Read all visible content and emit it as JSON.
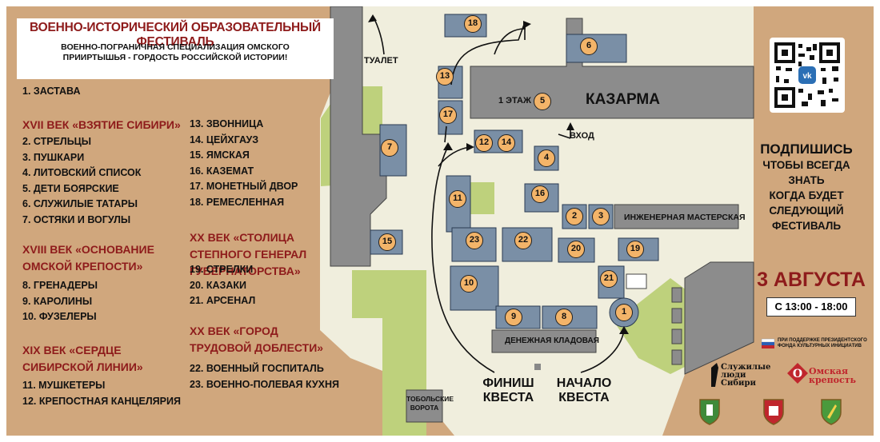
{
  "header": {
    "title": "ВОЕННО-ИСТОРИЧЕСКИЙ ОБРАЗОВАТЕЛЬНЫЙ ФЕСТИВАЛЬ",
    "subtitle": "ВОЕННО-ПОГРАНИЧНАЯ СПЕЦИАЛИЗАЦИЯ ОМСКОГО ПРИИРТЫШЬЯ - ГОРДОСТЬ РОССИЙСКОЙ ИСТОРИИ!"
  },
  "legend": {
    "item1": "1. ЗАСТАВА",
    "era17": "XVII ВЕК «ВЗЯТИЕ СИБИРИ»",
    "era17_items": [
      "2. СТРЕЛЬЦЫ",
      "3. ПУШКАРИ",
      "4. ЛИТОВСКИЙ СПИСОК",
      "5. ДЕТИ БОЯРСКИЕ",
      "6. СЛУЖИЛЫЕ ТАТАРЫ",
      "7. ОСТЯКИ И ВОГУЛЫ"
    ],
    "era18": "XVIII ВЕК «ОСНОВАНИЕ ОМСКОЙ КРЕПОСТИ»",
    "era18_items": [
      "8. ГРЕНАДЕРЫ",
      "9. КАРОЛИНЫ",
      "10. ФУЗЕЛЕРЫ"
    ],
    "era19": "XIX ВЕК «СЕРДЦЕ СИБИРСКОЙ ЛИНИИ»",
    "era19_items": [
      "11. МУШКЕТЕРЫ",
      "12. КРЕПОСТНАЯ КАНЦЕЛЯРИЯ"
    ],
    "col2_items": [
      "13. ЗВОННИЦА",
      "14. ЦЕЙХГАУЗ",
      "15. ЯМСКАЯ",
      "16. КАЗЕМАТ",
      "17. МОНЕТНЫЙ ДВОР",
      "18. РЕМЕСЛЕННАЯ"
    ],
    "era20a": "XX ВЕК «СТОЛИЦА СТЕПНОГО ГЕНЕРАЛ ГУБЕРНАТОРСТВА»",
    "era20a_items": [
      "19. СТРЕЛКИ",
      "20. КАЗАКИ",
      "21. АРСЕНАЛ"
    ],
    "era20b": "XX ВЕК «ГОРОД ТРУДОВОЙ ДОБЛЕСТИ»",
    "era20b_items": [
      "22. ВОЕННЫЙ ГОСПИТАЛЬ",
      "23. ВОЕННО-ПОЛЕВАЯ КУХНЯ"
    ]
  },
  "map": {
    "toilet": "ТУАЛЕТ",
    "barracks": "КАЗАРМА",
    "floor1": "1 ЭТАЖ",
    "entrance": "ВХОД",
    "workshop": "ИНЖЕНЕРНАЯ МАСТЕРСКАЯ",
    "treasury": "ДЕНЕЖНАЯ КЛАДОВАЯ",
    "gate": "ТОБОЛЬСКИЕ ВОРОТА",
    "finish": "ФИНИШ КВЕСТА",
    "start": "НАЧАЛО КВЕСТА",
    "markers": [
      "1",
      "2",
      "3",
      "4",
      "5",
      "6",
      "7",
      "8",
      "9",
      "10",
      "11",
      "12",
      "13",
      "14",
      "15",
      "16",
      "17",
      "18",
      "19",
      "20",
      "21",
      "22",
      "23"
    ]
  },
  "promo": {
    "subscribe_title": "ПОДПИШИСЬ",
    "subscribe_lines": [
      "ЧТОБЫ ВСЕГДА",
      "ЗНАТЬ",
      "КОГДА БУДЕТ",
      "СЛЕДУЮЩИЙ",
      "ФЕСТИВАЛЬ"
    ],
    "date": "3 АВГУСТА",
    "time": "С 13:00 - 18:00",
    "sponsor": "ПРИ ПОДДЕРЖКЕ ПРЕЗИДЕНТСКОГО ФОНДА КУЛЬТУРНЫХ ИНИЦИАТИВ",
    "logo1": "Служилые люди Сибири",
    "logo2": "Омская крепость"
  },
  "colors": {
    "background": "#d0a77d",
    "ground": "#f0eedd",
    "green": "#bed17c",
    "building": "#7a8fa6",
    "gray_building": "#8c8c8c",
    "marker": "#f3b469",
    "accent_red": "#8e1b1b"
  }
}
